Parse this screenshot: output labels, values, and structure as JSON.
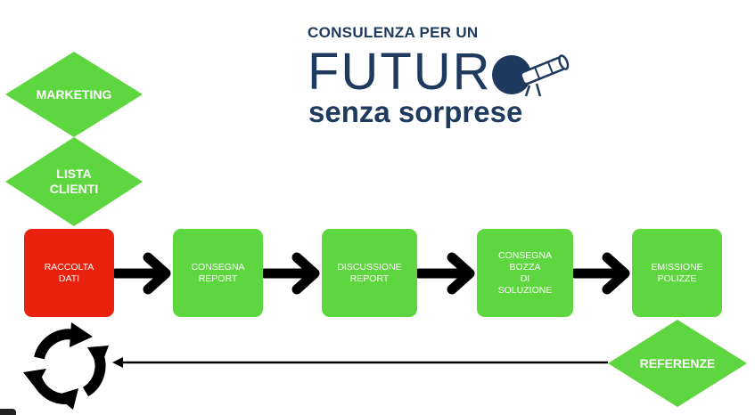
{
  "logo": {
    "line1": "CONSULENZA PER UN",
    "line2": "FUTUR",
    "line3": "senza sorprese",
    "color": "#1f3a5f"
  },
  "colors": {
    "green": "#5ed63f",
    "red": "#e8220f",
    "arrow": "#000000"
  },
  "diamonds": {
    "marketing": "MARKETING",
    "lista_clienti": "LISTA\nCLIENTI",
    "referenze": "REFERENZE"
  },
  "steps": [
    {
      "label": "RACCOLTA\nDATI",
      "color": "#e8220f"
    },
    {
      "label": "CONSEGNA\nREPORT",
      "color": "#5ed63f"
    },
    {
      "label": "DISCUSSIONE\nREPORT",
      "color": "#5ed63f"
    },
    {
      "label": "CONSEGNA\nBOZZA\nDI\nSOLUZIONE",
      "color": "#5ed63f"
    },
    {
      "label": "EMISSIONE\nPOLIZZE",
      "color": "#5ed63f"
    }
  ],
  "icons": {
    "logo_o": "telescope-icon",
    "cycle": "refresh-cycle-icon",
    "arrow": "arrow-right-icon"
  }
}
